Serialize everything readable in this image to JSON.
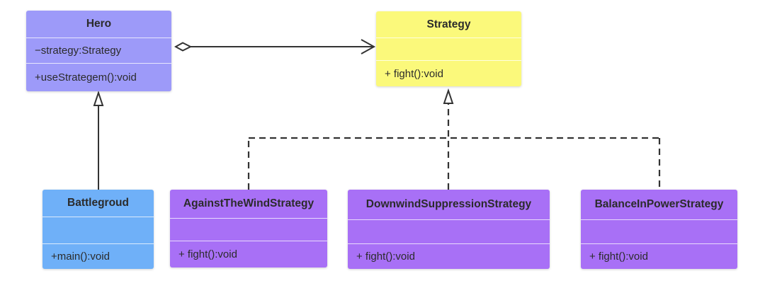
{
  "diagram": {
    "classes": [
      {
        "id": "hero",
        "name": "Hero",
        "attributes": [
          "−strategy:Strategy"
        ],
        "methods": [
          "+useStrategem():void"
        ],
        "color": "#9d9af9"
      },
      {
        "id": "strategy",
        "name": "Strategy",
        "attributes": [
          ""
        ],
        "methods": [
          "+ fight():void"
        ],
        "color": "#fbf97b"
      },
      {
        "id": "battleground",
        "name": "Battlegroud",
        "attributes": [
          ""
        ],
        "methods": [
          "+main():void"
        ],
        "color": "#6fb0f8"
      },
      {
        "id": "against",
        "name": "AgainstTheWindStrategy",
        "attributes": [
          ""
        ],
        "methods": [
          "+ fight():void"
        ],
        "color": "#a870f6"
      },
      {
        "id": "downwind",
        "name": "DownwindSuppressionStrategy",
        "attributes": [
          ""
        ],
        "methods": [
          "+ fight():void"
        ],
        "color": "#a870f6"
      },
      {
        "id": "balance",
        "name": "BalanceInPowerStrategy",
        "attributes": [
          ""
        ],
        "methods": [
          "+ fight():void"
        ],
        "color": "#a870f6"
      }
    ],
    "relations": [
      {
        "type": "aggregation",
        "from": "hero",
        "to": "strategy"
      },
      {
        "type": "generalization",
        "from": "battleground",
        "to": "hero"
      },
      {
        "type": "realization",
        "from": "against",
        "to": "strategy"
      },
      {
        "type": "realization",
        "from": "downwind",
        "to": "strategy"
      },
      {
        "type": "realization",
        "from": "balance",
        "to": "strategy"
      }
    ]
  }
}
